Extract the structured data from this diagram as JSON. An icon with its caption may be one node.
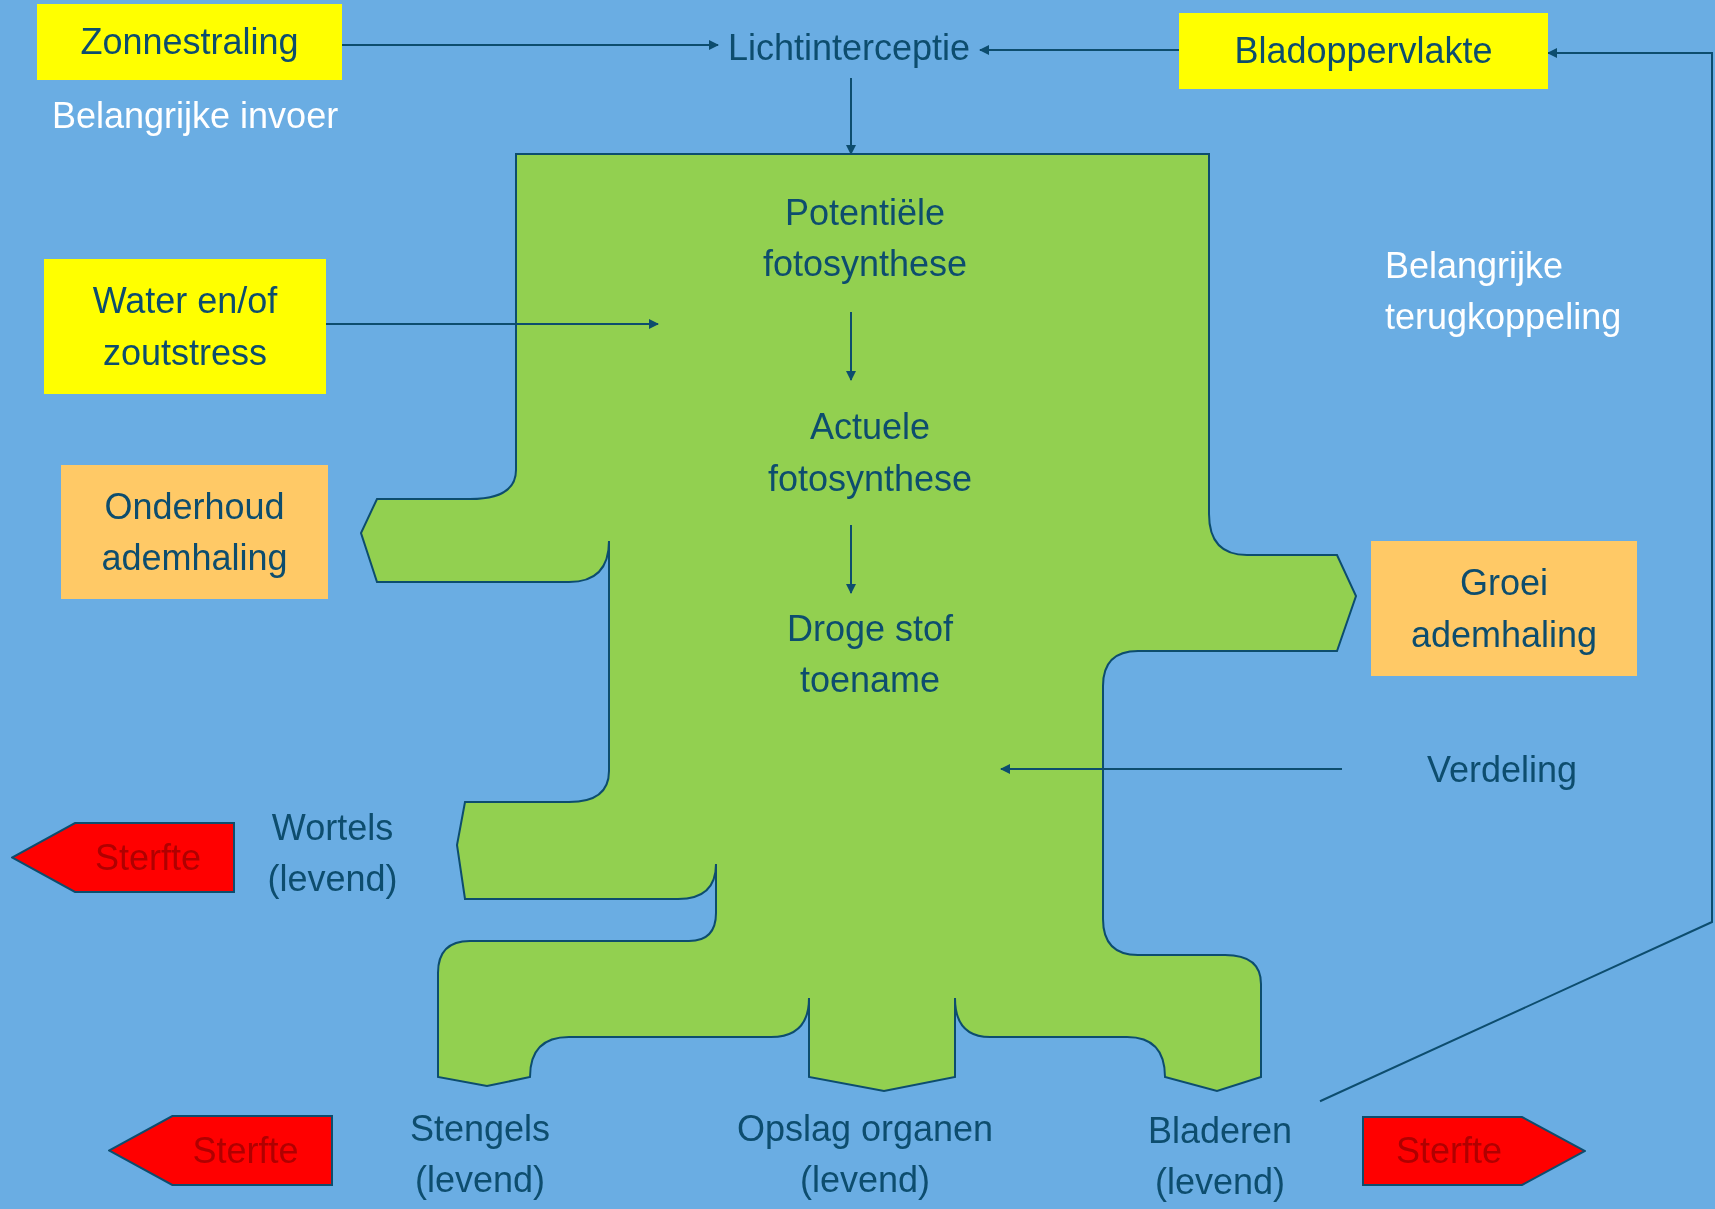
{
  "diagram": {
    "nodes": [
      {
        "text": [
          "Zonnestraling"
        ]
      },
      {
        "text": [
          "Lichtinterceptie"
        ]
      },
      {
        "text": [
          "Bladoppervlakte"
        ]
      },
      {
        "text": [
          "Potentiële fotosynthese"
        ]
      },
      {
        "text": [
          "Water en/of zoutstress"
        ]
      },
      {
        "text": [
          "Actuele fotosynthese"
        ]
      },
      {
        "text": [
          "Onderhoud ademhaling"
        ]
      },
      {
        "text": [
          "Groei ademhaling"
        ]
      },
      {
        "text": [
          "Droge stof toename"
        ]
      },
      {
        "text": [
          "Verdeling"
        ]
      },
      {
        "text": [
          "Sterfte"
        ]
      },
      {
        "text": [
          "Sterfte"
        ]
      },
      {
        "text": [
          "Bladeren (levend)"
        ]
      },
      {
        "text": [
          "Sterfte"
        ]
      }
    ],
    "edges": [
      {
        "from": 0,
        "to": 1,
        "arrow": "to"
      },
      {
        "from": 2,
        "to": 1,
        "arrow": "to"
      },
      {
        "from": 1,
        "to": 3,
        "arrow": "to"
      },
      {
        "from": 4,
        "to": null,
        "arrow": "to"
      },
      {
        "from": 3,
        "to": 5,
        "arrow": "to"
      },
      {
        "from": 5,
        "to": 8,
        "arrow": "to"
      },
      {
        "from": 9,
        "to": null,
        "arrow": "to"
      },
      {
        "from": 12,
        "to": 2,
        "arrow": "to"
      }
    ],
    "labels": [
      "Belangrijke invoer",
      "Belangrijke terugkoppeling",
      "Wortels (levend)",
      "Stengels (levend)",
      "Opslag organen (levend)"
    ]
  }
}
